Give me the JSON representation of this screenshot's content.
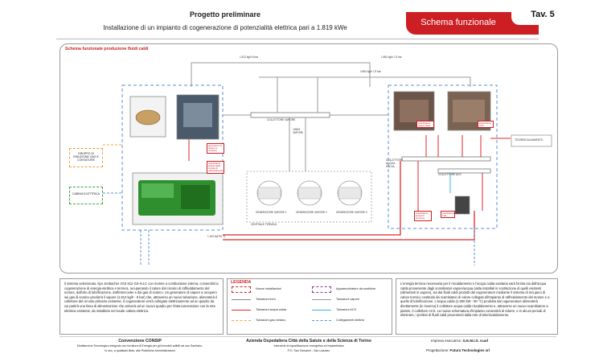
{
  "header": {
    "title": "Progetto preliminare",
    "subtitle": "Installazione di un impianto di cogenerazione di potenzialità elettrica pari a 1.819  kWe",
    "tab_label": "Schema funzionale",
    "tav": "Tav. 5"
  },
  "schema": {
    "title": "Schema funzionale produzione fluidi caldi",
    "gas_group": "GRUPPO DI RIDUZIONE GAS E CONTATORE",
    "cabina": "CABINA ELETTRICA",
    "collettore_vapore": "COLLETTORE VAPORE",
    "linea_vapore": "LINEA VAPORE",
    "centrale_termica": "CENTRALE TERMICA",
    "generatore_1": "GENERATORE VAPORE 1",
    "generatore_2": "GENERATORE VAPORE 2",
    "generatore_3": "GENERATORE VAPORE 3",
    "teleriscaldamento": "TELERISCALDAMENTO",
    "collettore_acqua": "COLLETTORE ACQUA CALDA",
    "collettore_acs": "COLLETTORE ACS",
    "flow_1": "1.512 kg/h 8 bar",
    "flow_2": "1.800 kg/h 7,5 bar",
    "flow_3": "3.500 kg/h 7,5 bar",
    "flow_4": "1.100 kW 90 °C",
    "red_label_1": "generatore di vapore a recupero",
    "red_label_2": "scambiatore acqua calda circuito di raffreddamento",
    "red_label_3": "scambiatore acqua calda",
    "red_label_4": "scambiatore ACS",
    "red_label_5": "scambiatore acqua di processo",
    "red_label_6": "scambiatore TLR"
  },
  "left_text": "Il sistema selezionato, tipo Jenbacher JGS 612 GS-N.LC con motore a combustione interna, consentirà la cogenerazione di energia elettrica e termica, recuperando il calore dal circuito di raffreddamento del motore, dall'olio di lubrificazione, dall'intercooler e dai gas di scarico. Un generatore di vapore a recupero sui gas di scarico produrrà il vapore (1.512 kg/h - 8 bar) che, attraverso un nuovo tubazione, alimenterà il collettore del circuito primario esistente. Il cogeneratore verrà collegato elettricamente ad un quadro da cui partirà una linea di alimentazione che arriverà ad un nuovo quadro per l'interconnessione con la rete elettrica esistente, da installarsi nel locale cabina elettrica.",
  "legend": {
    "title": "LEGENDA",
    "items": [
      {
        "label": "Nuove installazioni",
        "color": "#cc1f24"
      },
      {
        "label": "Apparecchiature da sostituire",
        "color": "#8a3d8a"
      },
      {
        "label": "Tubazioni fumi",
        "color": "#888888"
      },
      {
        "label": "Tubazioni vapore",
        "color": "#999999"
      },
      {
        "label": "Tubazioni acqua calda",
        "color": "#e0262b"
      },
      {
        "label": "Tubazioni ACS",
        "color": "#39b6e8"
      },
      {
        "label": "Tubazioni gas metano",
        "color": "#f2a23c"
      },
      {
        "label": "Collegamenti elettrici",
        "color": "#5b8fd6"
      }
    ]
  },
  "right_text": "L'energia termica necessaria per il riscaldamento e l'acqua calda sanitaria sarà fornita sia dall'acqua calda proveniente dagli scambiatori vapore/acqua calda installati in sostituzione di quelli esistenti (alimentati in vapore), sia dai fluidi caldi prodotti dal cogeneratore mediante il sistema di recupero di calore termico costituito da scambiatori di calore collegati all'impianto di raffreddamento del motore e a quello di lubrificazione. L'acqua calda (1.000 kW - 90 °C) prodotta dal cogeneratore alimenterà direttamente (in inverno) il collettore acqua calda riscaldamento e, attraverso un nuovo scambiatore a piastre, il collettore ACS. La nuova schematura d'impianto consentirà di ridurre, e in alcuni periodi di eliminare, i prelievi di fluidi caldi provenienti dalla rete di teleriscaldamento.",
  "footer": {
    "left_title": "Convenzione CONSIP",
    "left_text_1": "Multiservizio Tecnologico integrato con fornitura di Energia per gli immobili adibiti ad uso Sanitario,",
    "left_text_2": "in uso, a qualsiasi titolo, alle Pubbliche Amministrazioni",
    "center_title": "Azienda Ospedaliera Città della Salute e della Scienza di Torino",
    "center_text_1": "Interventi di riqualificazione energetica ed impiantistica",
    "center_text_2": "P.O. San Giovanni - San Lazzaro",
    "right_1_label": "Impresa esecutrice: ",
    "right_1_value": "G.E.M.I.S. scarl",
    "right_2_label": "Progettazione: ",
    "right_2_value": "Futura Technologies srl"
  }
}
